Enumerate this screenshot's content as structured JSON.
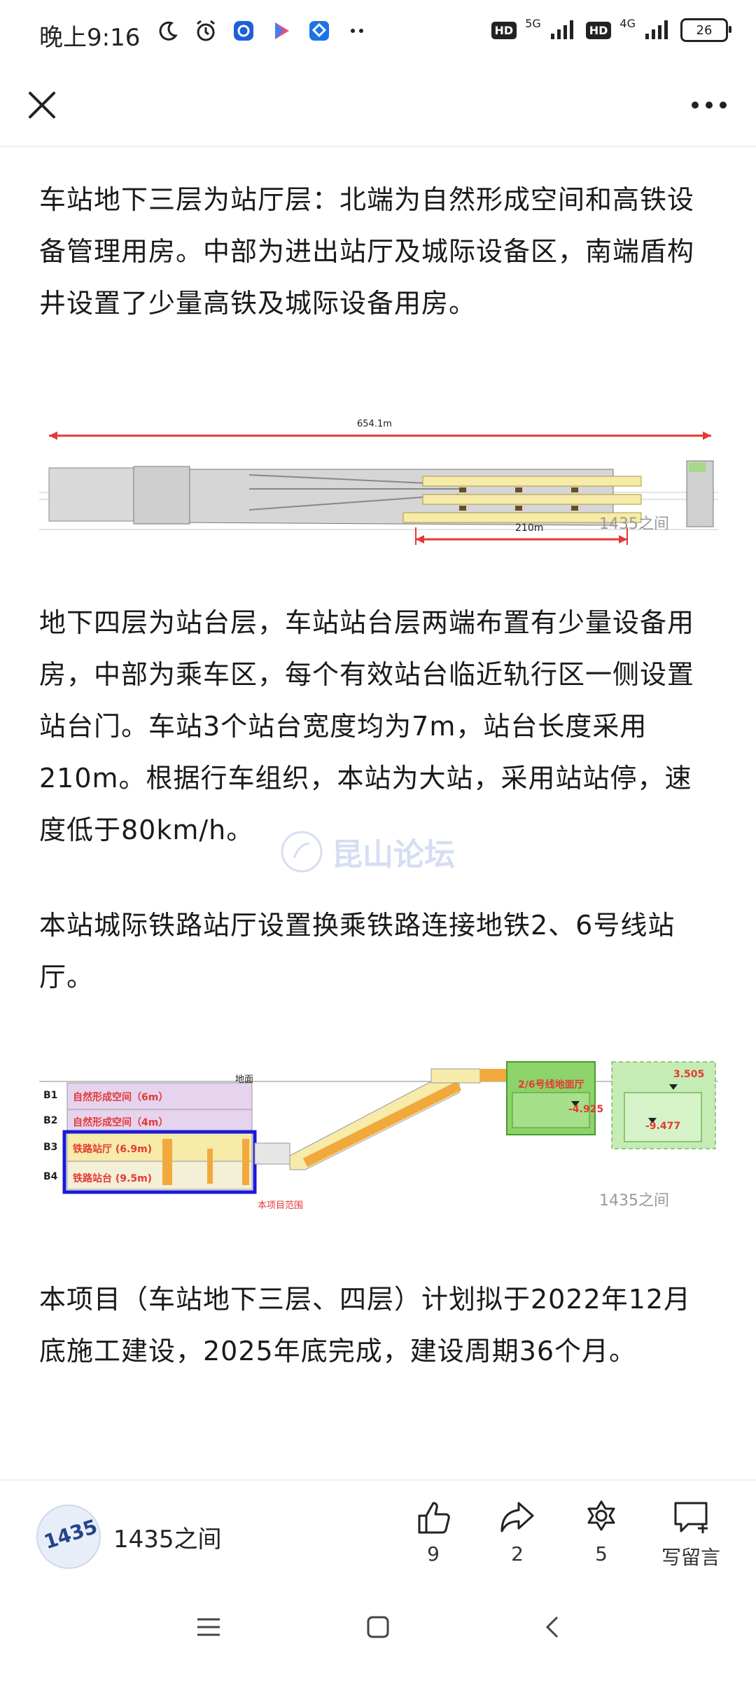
{
  "status_bar": {
    "time": "晚上9:16",
    "network_1": "5G",
    "network_2": "4G",
    "hd": "HD",
    "battery": "26"
  },
  "header": {
    "close_icon": "close-icon",
    "more_icon": "more-icon"
  },
  "article": {
    "paragraphs": [
      "车站地下三层为站厅层：北端为自然形成空间和高铁设备管理用房。中部为进出站厅及城际设备区，南端盾构井设置了少量高铁及城际设备用房。",
      "地下四层为站台层，车站站台层两端布置有少量设备用房，中部为乘车区，每个有效站台临近轨行区一侧设置站台门。车站3个站台宽度均为7m，站台长度采用210m。根据行车组织，本站为大站，采用站站停，速度低于80km/h。",
      "本站城际铁路站厅设置换乘铁路连接地铁2、6号线站厅。",
      "本项目（车站地下三层、四层）计划拟于2022年12月底施工建设，2025年底完成，建设周期36个月。"
    ],
    "figure1": {
      "total_length": "654.1m",
      "platform_length": "210m",
      "watermark": "1435之间"
    },
    "figure2": {
      "ground_label": "地面",
      "levels": [
        {
          "code": "B1",
          "label": "自然形成空间（6m）"
        },
        {
          "code": "B2",
          "label": "自然形成空间（4m）"
        },
        {
          "code": "B3",
          "label": "铁路站厅  (6.9m)"
        },
        {
          "code": "B4",
          "label": "铁路站台  (9.5m)"
        }
      ],
      "scope_label": "本项目范围",
      "metro_hall_label": "2/6号线地面厅",
      "elev_1": "3.505",
      "elev_2": "-4.925",
      "elev_3": "-9.477",
      "watermark": "1435之间"
    },
    "overlay_watermark": "昆山论坛"
  },
  "action_bar": {
    "account_name": "1435之间",
    "avatar_text": "1435",
    "like_count": "9",
    "share_count": "2",
    "wow_count": "5",
    "comment_label": "写留言"
  },
  "colors": {
    "accent_red": "#e53935",
    "plan_yellow": "#f6eba8",
    "ramp_orange": "#f2a93b",
    "b1_purple": "#e6d3ee",
    "metro_green": "#8cd36a",
    "highlight_blue": "#1a1ad8"
  }
}
